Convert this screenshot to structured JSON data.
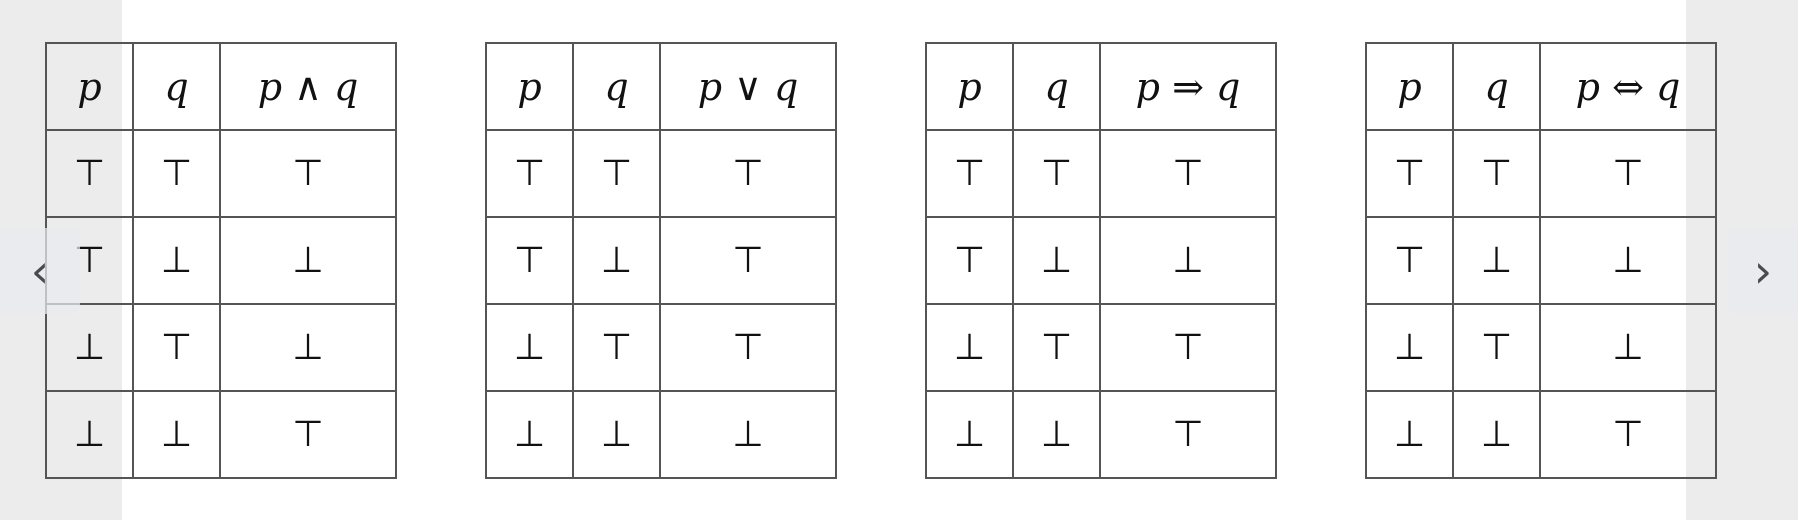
{
  "tables": [
    {
      "headers": [
        "p",
        "q",
        "p ∧ q"
      ],
      "rows": [
        [
          "⊤",
          "⊤",
          "⊤"
        ],
        [
          "⊤",
          "⊥",
          "⊥"
        ],
        [
          "⊥",
          "⊤",
          "⊥"
        ],
        [
          "⊥",
          "⊥",
          "⊤"
        ]
      ]
    },
    {
      "headers": [
        "p",
        "q",
        "p ∨ q"
      ],
      "rows": [
        [
          "⊤",
          "⊤",
          "⊤"
        ],
        [
          "⊤",
          "⊥",
          "⊤"
        ],
        [
          "⊥",
          "⊤",
          "⊤"
        ],
        [
          "⊥",
          "⊥",
          "⊥"
        ]
      ]
    },
    {
      "headers": [
        "p",
        "q",
        "p ⇒ q"
      ],
      "rows": [
        [
          "⊤",
          "⊤",
          "⊤"
        ],
        [
          "⊤",
          "⊥",
          "⊥"
        ],
        [
          "⊥",
          "⊤",
          "⊤"
        ],
        [
          "⊥",
          "⊥",
          "⊤"
        ]
      ]
    },
    {
      "headers": [
        "p",
        "q",
        "p ⇔ q"
      ],
      "rows": [
        [
          "⊤",
          "⊤",
          "⊤"
        ],
        [
          "⊤",
          "⊥",
          "⊥"
        ],
        [
          "⊥",
          "⊤",
          "⊥"
        ],
        [
          "⊥",
          "⊥",
          "⊤"
        ]
      ]
    }
  ],
  "nav": {
    "prev_glyph": "‹",
    "next_glyph": "›",
    "prev_icon": "chevron-left-icon",
    "next_icon": "chevron-right-icon"
  },
  "colors": {
    "border": "#555555",
    "edge_shade": "#ececec",
    "arrow_bg": "#e8eaee",
    "text": "#111111"
  }
}
